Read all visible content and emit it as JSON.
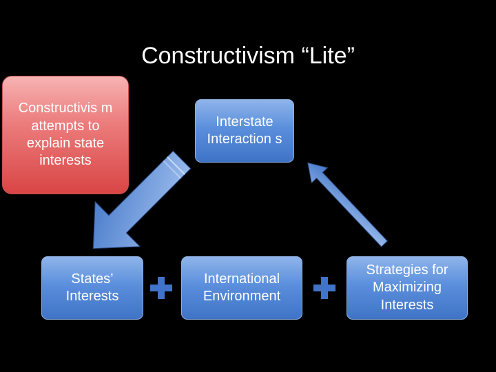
{
  "title": "Constructivism “Lite”",
  "note": "Constructivis m attempts to explain state interests",
  "nodes": {
    "interstate_interaction": "Interstate Interaction s",
    "states_interests": "States’ Interests",
    "international_environment": "International Environment",
    "strategies": "Strategies for Maximizing Interests"
  },
  "icons": {
    "plus_left": "plus-icon",
    "plus_right": "plus-icon"
  },
  "colors": {
    "background": "#000000",
    "box_blue": "#4f83d2",
    "note_red": "#e05555",
    "arrow_blue": "#5a8edc"
  }
}
